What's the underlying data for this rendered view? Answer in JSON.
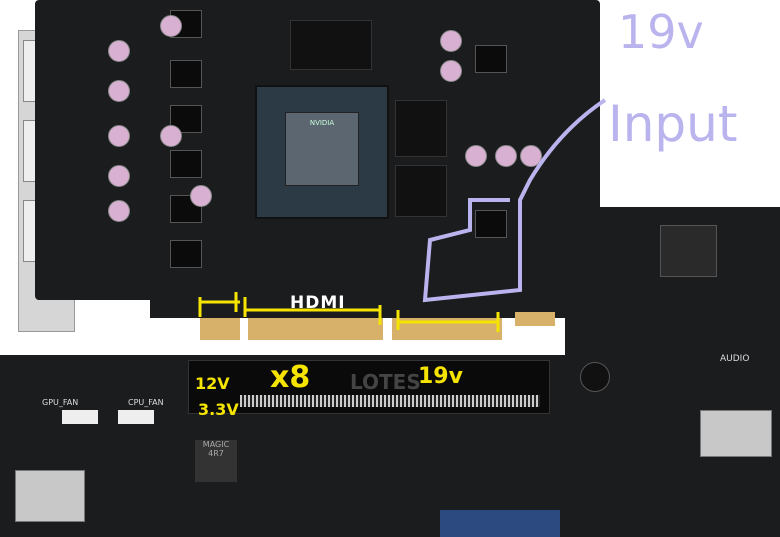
{
  "annotations": {
    "input_label_line1": "19v",
    "input_label_line2": "Input",
    "connector_label": "HDMI",
    "pin_12v": "12V",
    "pin_33v": "3.3V",
    "lane_width": "x8",
    "pin_19v": "19v"
  },
  "board_markings": {
    "gpu_text": "NVIDIA",
    "slot_brand": "LOTES",
    "audio": "AUDIO",
    "gpu_fan": "GPU_FAN",
    "cpu_fan": "CPU_FAN",
    "inductor": "MAGIC 4R7"
  },
  "colors": {
    "annotation_yellow": "#f5e300",
    "annotation_lavender": "#b9b3ee",
    "pcb": "#1b1c1e",
    "gold_fingers": "#d7b06a"
  }
}
